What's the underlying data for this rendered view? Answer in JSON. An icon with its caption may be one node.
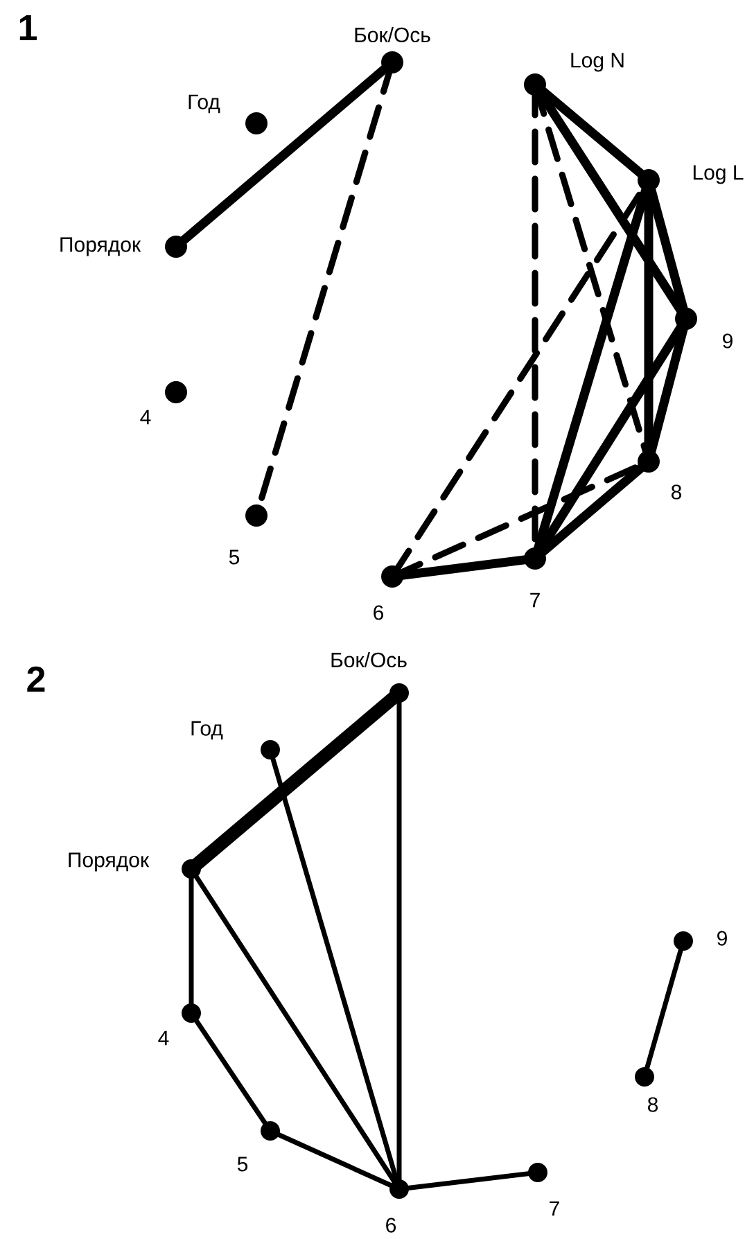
{
  "diagram": {
    "nodes": [
      {
        "text": [],
        "shape": "circle",
        "beside": [
          "Бок/Ось"
        ]
      },
      {
        "text": [],
        "shape": "circle",
        "beside": [
          "Год"
        ]
      },
      {
        "text": [],
        "shape": "circle",
        "beside": [
          "Порядок"
        ]
      },
      {
        "text": [],
        "shape": "circle",
        "beside": [
          "4"
        ]
      },
      {
        "text": [],
        "shape": "circle",
        "beside": [
          "5"
        ]
      },
      {
        "text": [],
        "shape": "circle",
        "beside": [
          "6"
        ]
      },
      {
        "text": [],
        "shape": "circle",
        "beside": [
          "7"
        ]
      },
      {
        "text": [],
        "shape": "circle",
        "beside": [
          "8"
        ]
      },
      {
        "text": [],
        "shape": "circle",
        "beside": [
          "9"
        ]
      },
      {
        "text": [],
        "shape": "circle",
        "beside": [
          "Log L"
        ]
      },
      {
        "text": [],
        "shape": "circle",
        "beside": [
          "Log N"
        ]
      },
      {
        "text": [],
        "shape": "circle",
        "beside": [
          "Бок/Ось"
        ]
      },
      {
        "text": [],
        "shape": "circle",
        "beside": [
          "Год"
        ]
      },
      {
        "text": [],
        "shape": "circle",
        "beside": [
          "Порядок"
        ]
      },
      {
        "text": [],
        "shape": "circle",
        "beside": [
          "4"
        ]
      },
      {
        "text": [],
        "shape": "circle",
        "beside": [
          "5"
        ]
      },
      {
        "text": [],
        "shape": "circle",
        "beside": [
          "6"
        ]
      },
      {
        "text": [],
        "shape": "circle",
        "beside": [
          "7"
        ]
      },
      {
        "text": [],
        "shape": "circle",
        "beside": [
          "8"
        ]
      },
      {
        "text": [],
        "shape": "circle",
        "beside": [
          "9"
        ]
      }
    ],
    "edges": [
      {
        "from": 2,
        "to": 0,
        "arrow": "none"
      },
      {
        "from": 0,
        "to": 4,
        "arrow": "none",
        "style": "dashed"
      },
      {
        "from": 10,
        "to": 9,
        "arrow": "none"
      },
      {
        "from": 10,
        "to": 8,
        "arrow": "none"
      },
      {
        "from": 10,
        "to": 6,
        "arrow": "none",
        "style": "dashed"
      },
      {
        "from": 10,
        "to": 7,
        "arrow": "none",
        "style": "dashed"
      },
      {
        "from": 9,
        "to": 8,
        "arrow": "none"
      },
      {
        "from": 9,
        "to": 7,
        "arrow": "none"
      },
      {
        "from": 9,
        "to": 6,
        "arrow": "none"
      },
      {
        "from": 8,
        "to": 7,
        "arrow": "none"
      },
      {
        "from": 8,
        "to": 6,
        "arrow": "none"
      },
      {
        "from": 7,
        "to": 6,
        "arrow": "none"
      },
      {
        "from": 5,
        "to": 6,
        "arrow": "none"
      },
      {
        "from": 5,
        "to": 9,
        "arrow": "none",
        "style": "dashed"
      },
      {
        "from": 5,
        "to": 7,
        "arrow": "none",
        "style": "dashed"
      },
      {
        "from": 13,
        "to": 11,
        "arrow": "none",
        "style": "thick"
      },
      {
        "from": 11,
        "to": 16,
        "arrow": "none"
      },
      {
        "from": 12,
        "to": 16,
        "arrow": "none"
      },
      {
        "from": 13,
        "to": 16,
        "arrow": "none"
      },
      {
        "from": 13,
        "to": 14,
        "arrow": "none"
      },
      {
        "from": 14,
        "to": 15,
        "arrow": "none"
      },
      {
        "from": 15,
        "to": 16,
        "arrow": "none"
      },
      {
        "from": 16,
        "to": 17,
        "arrow": "none"
      },
      {
        "from": 18,
        "to": 19,
        "arrow": "none"
      }
    ],
    "labels": [
      "1",
      "2"
    ]
  }
}
